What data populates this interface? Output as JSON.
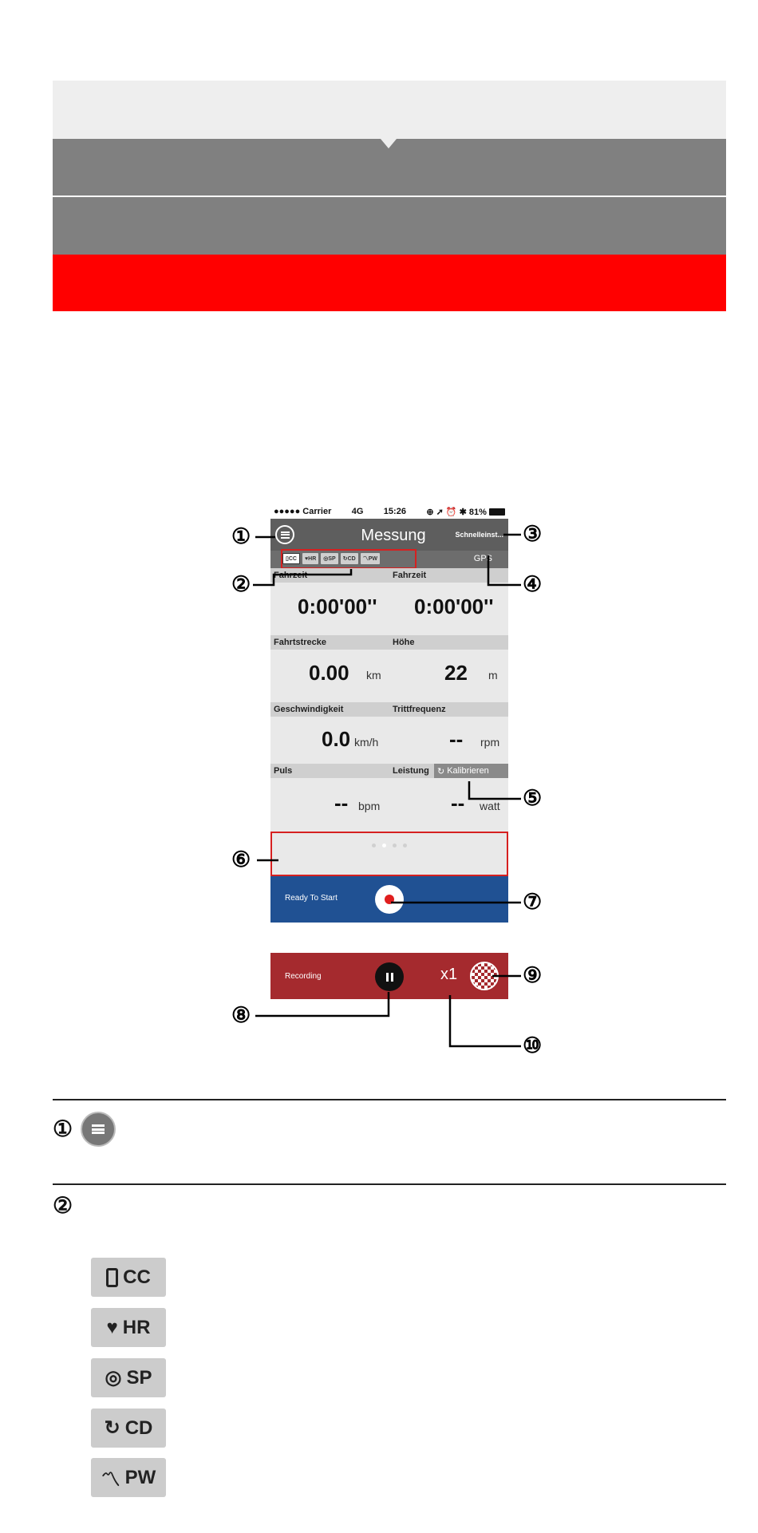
{
  "phone": {
    "status": {
      "carrier": "●●●●● Carrier",
      "network": "4G",
      "time": "15:26",
      "indicators": "⊕ ➚ ⏰ ✱ 81%"
    },
    "nav": {
      "title": "Messung",
      "quick_settings": "Schnelleinst..."
    },
    "sensors": [
      {
        "label": "CC",
        "icon": "phone-icon"
      },
      {
        "label": "HR",
        "icon": "heart-icon"
      },
      {
        "label": "SP",
        "icon": "speed-icon"
      },
      {
        "label": "CD",
        "icon": "cadence-icon"
      },
      {
        "label": "PW",
        "icon": "power-icon"
      }
    ],
    "gps": "GPS",
    "cells": [
      {
        "label": "Fahrzeit",
        "value": "0:00'00''",
        "unit": ""
      },
      {
        "label": "Fahrzeit",
        "value": "0:00'00''",
        "unit": ""
      },
      {
        "label": "Fahrtstrecke",
        "value": "0.00",
        "unit": "km"
      },
      {
        "label": "Höhe",
        "value": "22",
        "unit": "m"
      },
      {
        "label": "Geschwindigkeit",
        "value": "0.0",
        "unit": "km/h"
      },
      {
        "label": "Trittfrequenz",
        "value": "--",
        "unit": "rpm"
      },
      {
        "label": "Puls",
        "value": "--",
        "unit": "bpm"
      },
      {
        "label": "Leistung",
        "value": "--",
        "unit": "watt"
      }
    ],
    "calibrate": "Kalibrieren",
    "ready_text": "Ready To Start"
  },
  "recording": {
    "text": "Recording",
    "lap_count": "x1"
  },
  "callouts": [
    "①",
    "②",
    "③",
    "④",
    "⑤",
    "⑥",
    "⑦",
    "⑧",
    "⑨",
    "⑩"
  ],
  "legend": {
    "item1_num": "①",
    "item2_num": "②",
    "badges": [
      {
        "label": "CC",
        "icon": "phone-icon"
      },
      {
        "label": "HR",
        "icon": "heart-icon",
        "glyph": "♥"
      },
      {
        "label": "SP",
        "icon": "speed-icon",
        "glyph": "◎"
      },
      {
        "label": "CD",
        "icon": "cadence-icon",
        "glyph": "↻"
      },
      {
        "label": "PW",
        "icon": "power-icon",
        "glyph": "〽"
      }
    ]
  },
  "colors": {
    "header_gray": "#808080",
    "header_red": "#ff0000",
    "ready_blue": "#205193",
    "recording_red": "#a52a2e",
    "highlight": "#d62020"
  }
}
